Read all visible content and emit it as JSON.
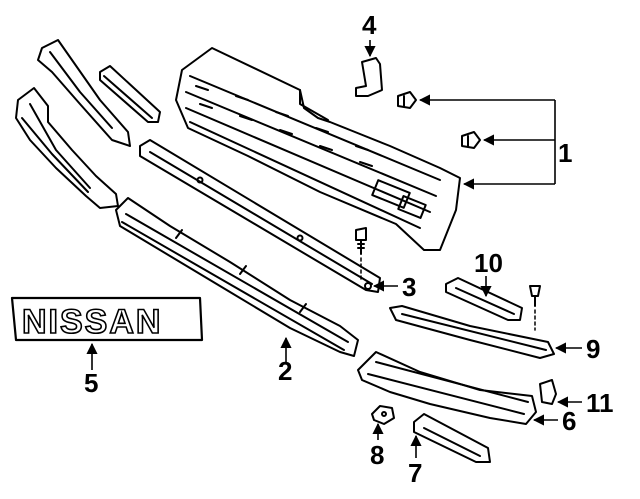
{
  "callouts": {
    "c1": "1",
    "c2": "2",
    "c3": "3",
    "c4": "4",
    "c5": "5",
    "c6": "6",
    "c7": "7",
    "c8": "8",
    "c9": "9",
    "c10": "10",
    "c11": "11"
  },
  "emblem": {
    "text": "NISSAN"
  },
  "colors": {
    "line": "#000000",
    "paper": "#ffffff",
    "shade": "#d9d9d9"
  }
}
